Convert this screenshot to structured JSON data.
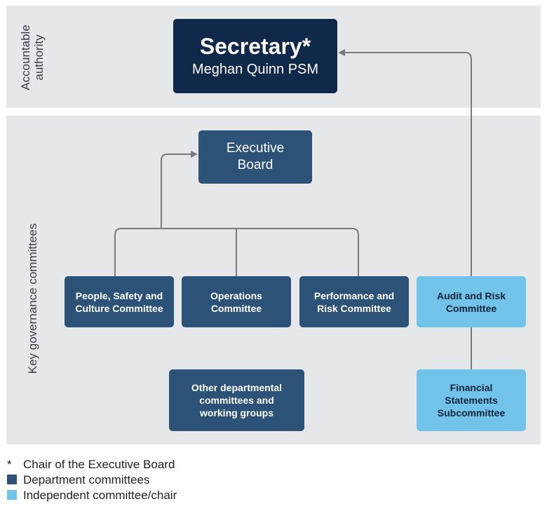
{
  "sections": {
    "accountable_label": "Accountable authority",
    "governance_label": "Key governance committees"
  },
  "boxes": {
    "secretary_title": "Secretary*",
    "secretary_name": "Meghan Quinn PSM",
    "executive_line1": "Executive",
    "executive_line2": "Board",
    "people_line1": "People, Safety and",
    "people_line2": "Culture Committee",
    "operations_line1": "Operations",
    "operations_line2": "Committee",
    "performance_line1": "Performance and",
    "performance_line2": "Risk Committee",
    "audit_line1": "Audit and Risk",
    "audit_line2": "Committee",
    "other_line1": "Other departmental",
    "other_line2": "committees and",
    "other_line3": "working groups",
    "financial_line1": "Financial",
    "financial_line2": "Statements",
    "financial_line3": "Subcommittee"
  },
  "legend": {
    "star_symbol": "*",
    "star_text": "Chair of the Executive Board",
    "dept_text": "Department committees",
    "indep_text": "Independent committee/chair"
  },
  "colors": {
    "background_band": "#e6e7e9",
    "secretary": "#10284a",
    "department": "#2c5277",
    "independent": "#72c3e9",
    "connector": "#777a7f"
  }
}
